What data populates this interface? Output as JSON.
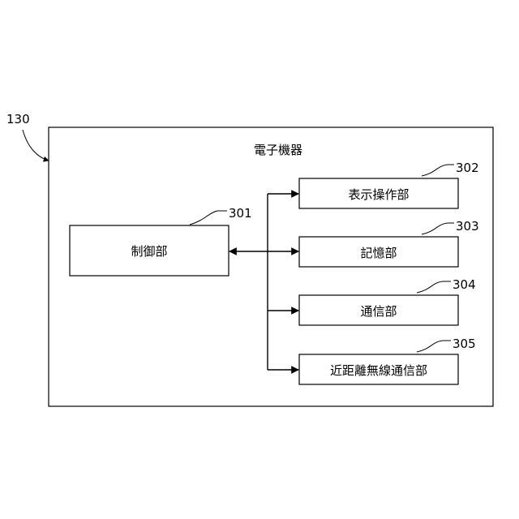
{
  "figure": {
    "outer_ref": "130",
    "device_title": "電子機器",
    "control": {
      "ref": "301",
      "label": "制御部"
    },
    "units": [
      {
        "ref": "302",
        "label": "表示操作部"
      },
      {
        "ref": "303",
        "label": "記憶部"
      },
      {
        "ref": "304",
        "label": "通信部"
      },
      {
        "ref": "305",
        "label": "近距離無線通信部"
      }
    ]
  }
}
